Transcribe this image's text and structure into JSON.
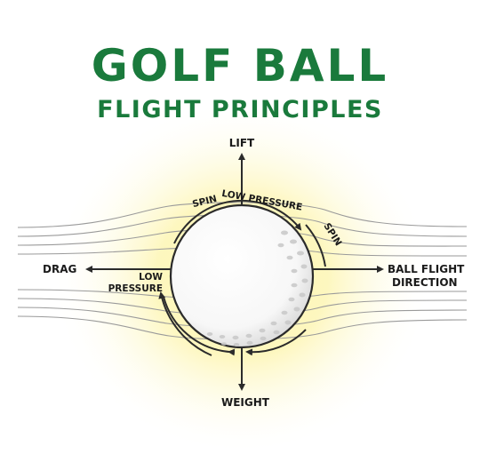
{
  "title": "GOLF BALL",
  "subtitle": "FLIGHT PRINCIPLES",
  "labels": {
    "lift": "LIFT",
    "weight": "WEIGHT",
    "drag": "DRAG",
    "direction_line1": "BALL FLIGHT",
    "direction_line2": "DIRECTION",
    "low_pressure_top": "LOW PRESSURE",
    "low_pressure_left_line1": "LOW",
    "low_pressure_left_line2": "PRESSURE",
    "spin_top": "SPIN",
    "spin_right": "SPIN"
  },
  "colors": {
    "title": "#1a7a3c",
    "glow": "#fdf6a6",
    "flow_lines": "#9a9a9a",
    "arrows": "#2b2b2b"
  }
}
